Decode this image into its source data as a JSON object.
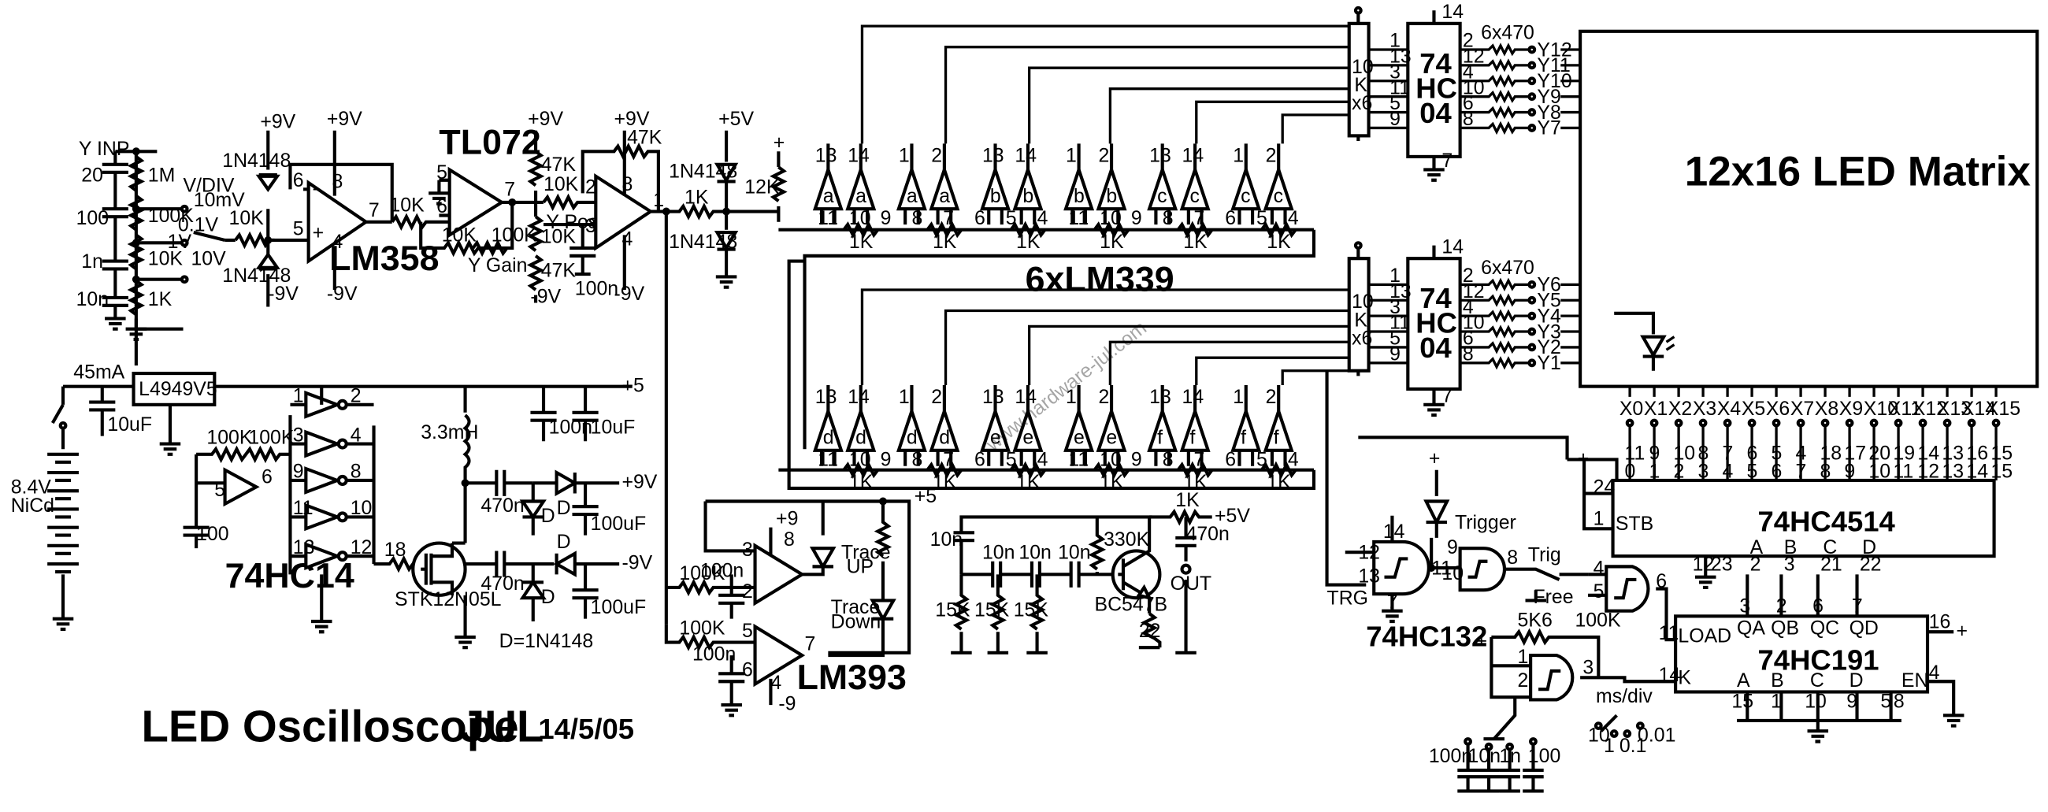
{
  "title": "LED Oscilloscope",
  "author": "JUL",
  "date": "14/5/05",
  "ics": {
    "lm358": "LM358",
    "tl072": "TL072",
    "lm339": "6xLM339",
    "hc04": [
      "74",
      "HC",
      "04"
    ],
    "hc14": "74HC14",
    "lm393": "LM393",
    "hc132": "74HC132",
    "hc4514": "74HC4514",
    "hc191": "74HC191",
    "regulator": "L4949V5",
    "matrix": "12x16 LED Matrix",
    "transistor": "BC547B",
    "mosfet": "STK12N05L"
  },
  "front_end": {
    "input": "Y INP",
    "vdiv": "V/DIV",
    "ranges": [
      "10mV",
      "0.1V",
      "1V",
      "10V"
    ],
    "caps": [
      "20",
      "100",
      "1n",
      "10n"
    ],
    "resistors": [
      "1M",
      "100K",
      "10K",
      "1K",
      "10K"
    ],
    "diode": "1N4148",
    "controls": [
      "Y Pos",
      "Y Gain"
    ],
    "values": [
      "10K",
      "10K",
      "100K",
      "10K",
      "47K",
      "47K",
      "47K",
      "10K",
      "100n",
      "12K",
      "1K"
    ]
  },
  "supplies": [
    "+9V",
    "-9V",
    "+5V",
    "+5",
    "-9",
    "+9"
  ],
  "comparator_pins_top": [
    "13",
    "14",
    "1",
    "2",
    "13",
    "14",
    "1",
    "2",
    "13",
    "14",
    "1",
    "2"
  ],
  "comparator_letters_top": [
    "a",
    "a",
    "a",
    "a",
    "b",
    "b",
    "b",
    "b",
    "c",
    "c",
    "c",
    "c"
  ],
  "comparator_letters_bottom": [
    "d",
    "d",
    "d",
    "d",
    "e",
    "e",
    "e",
    "e",
    "f",
    "f",
    "f",
    "f"
  ],
  "ladder": "1K",
  "row_drive": "6x470",
  "rows_top": [
    "Y12",
    "Y11",
    "Y10",
    "Y9",
    "Y8",
    "Y7"
  ],
  "rows_bottom": [
    "Y6",
    "Y5",
    "Y4",
    "Y3",
    "Y2",
    "Y1"
  ],
  "hc04_pins_left": [
    "1",
    "13",
    "3",
    "11",
    "5",
    "9"
  ],
  "hc04_pins_right": [
    "2",
    "12",
    "4",
    "10",
    "6",
    "8"
  ],
  "columns": [
    "X0",
    "X1",
    "X2",
    "X3",
    "X4",
    "X5",
    "X6",
    "X7",
    "X8",
    "X9",
    "X10",
    "X11",
    "X12",
    "X13",
    "X14",
    "X15"
  ],
  "hc4514_pins": [
    "11",
    "9",
    "10",
    "8",
    "7",
    "6",
    "5",
    "4",
    "18",
    "17",
    "20",
    "19",
    "14",
    "13",
    "16",
    "15"
  ],
  "hc4514_outputs": [
    "0",
    "1",
    "2",
    "3",
    "4",
    "5",
    "6",
    "7",
    "8",
    "9",
    "10",
    "11",
    "12",
    "13",
    "14",
    "15"
  ],
  "hc4514_inputs": [
    "A",
    "B",
    "C",
    "D"
  ],
  "hc4514_misc": [
    "STB",
    "24",
    "12",
    "23",
    "2",
    "3",
    "21",
    "22",
    "1"
  ],
  "hc191_pins": [
    "QA",
    "QB",
    "QC",
    "QD",
    "LOAD",
    "K",
    "A",
    "B",
    "C",
    "D",
    "EN"
  ],
  "power": {
    "battery": [
      "8.4V",
      "NiCd"
    ],
    "current": "45mA",
    "caps": [
      "10uF",
      "100n",
      "10uF",
      "470n",
      "100uF",
      "470n",
      "100uF"
    ],
    "inductor": "3.3mH",
    "diode_note": "D=1N4148",
    "osc_values": [
      "100K",
      "100K",
      "100",
      "18"
    ]
  },
  "trace": [
    "Trace",
    "UP",
    "Trace",
    "Down"
  ],
  "trigger": {
    "label": "Trigger",
    "trg": "TRG",
    "trig": "Trig",
    "free": "Free"
  },
  "timebase": {
    "label": "ms/div",
    "ranges": [
      "10",
      "1",
      "0.1",
      "0.01"
    ],
    "caps": [
      "100n",
      "10n",
      "1n",
      "100"
    ],
    "resistors": [
      "5K6",
      "100K"
    ]
  },
  "amp_out": {
    "label": "OUT",
    "values": [
      "10n",
      "10n",
      "10n",
      "10n",
      "15K",
      "15K",
      "15K",
      "330K",
      "1K",
      "470n",
      "22"
    ]
  },
  "watermark": "www.hardware-jul.com"
}
